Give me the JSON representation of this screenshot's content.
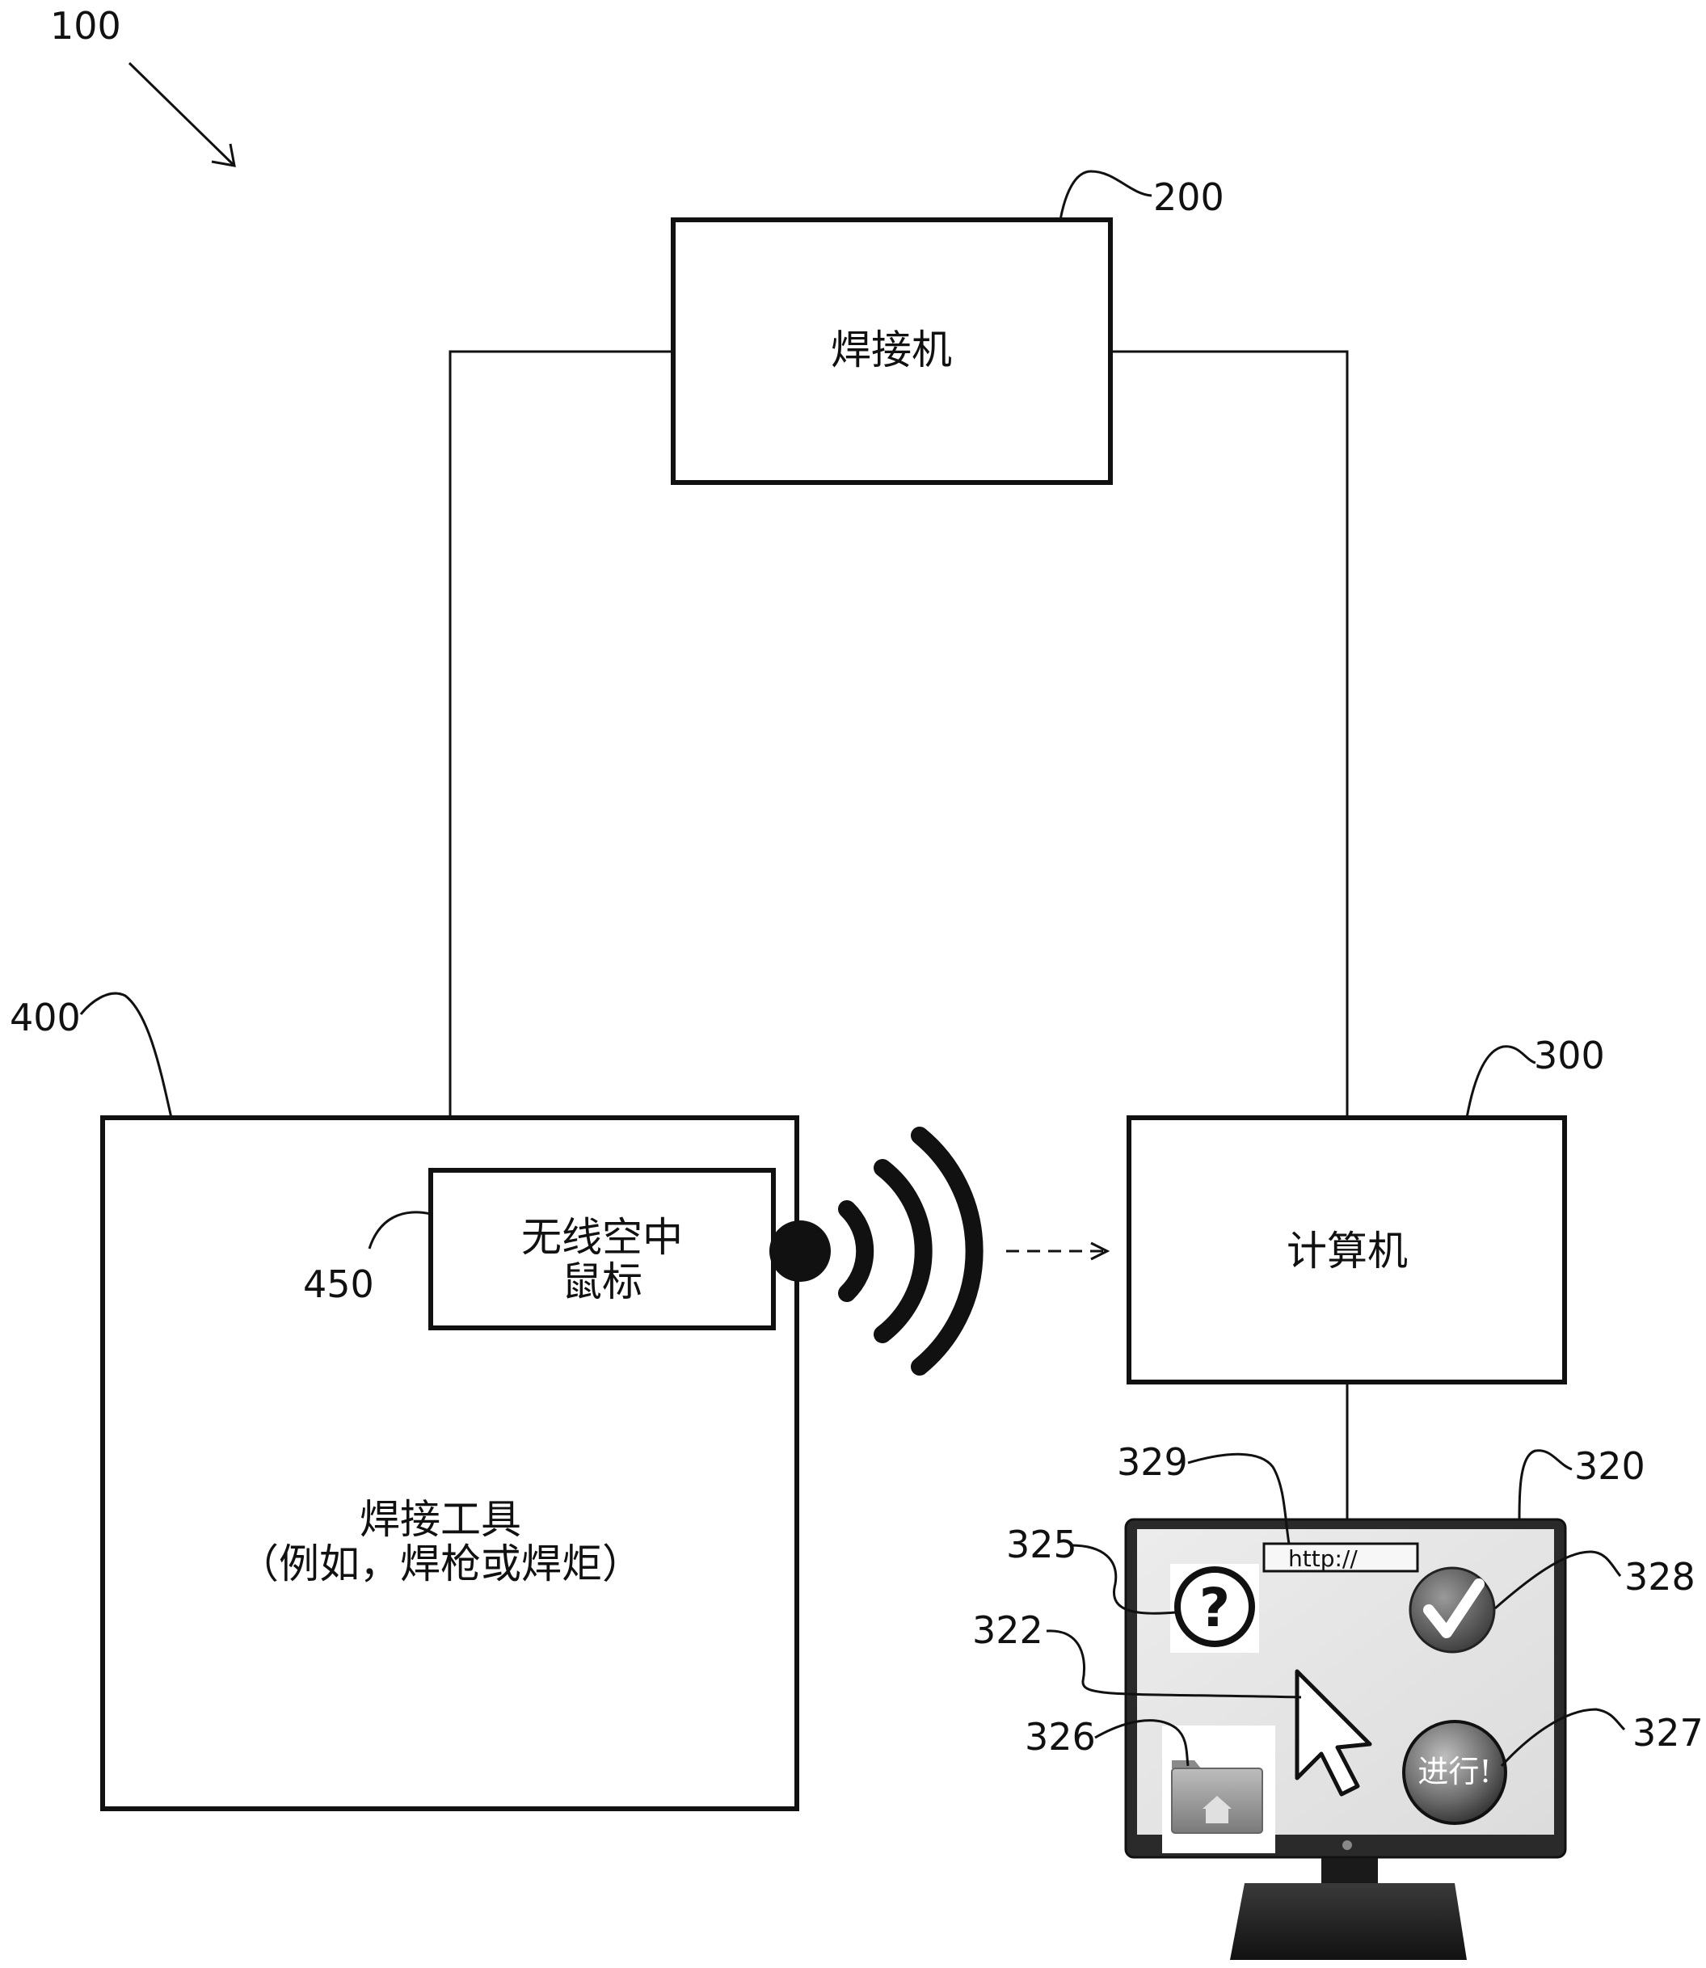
{
  "figure": {
    "ref": "100"
  },
  "welding_machine": {
    "ref": "200",
    "label": "焊接机"
  },
  "computer": {
    "ref": "300",
    "label": "计算机"
  },
  "welding_tool": {
    "ref": "400",
    "label_line1": "焊接工具",
    "label_line2": "（例如，焊枪或焊炬）"
  },
  "air_mouse": {
    "ref": "450",
    "label_line1": "无线空中",
    "label_line2": "鼠标"
  },
  "display": {
    "ref": "320",
    "address_bar": {
      "ref": "329",
      "text": "http://"
    },
    "help_icon": {
      "ref": "325",
      "glyph": "?"
    },
    "check_button": {
      "ref": "328",
      "glyph": "✓"
    },
    "cursor": {
      "ref": "322"
    },
    "go_button": {
      "ref": "327",
      "label": "进行!"
    },
    "home_folder": {
      "ref": "326"
    }
  }
}
